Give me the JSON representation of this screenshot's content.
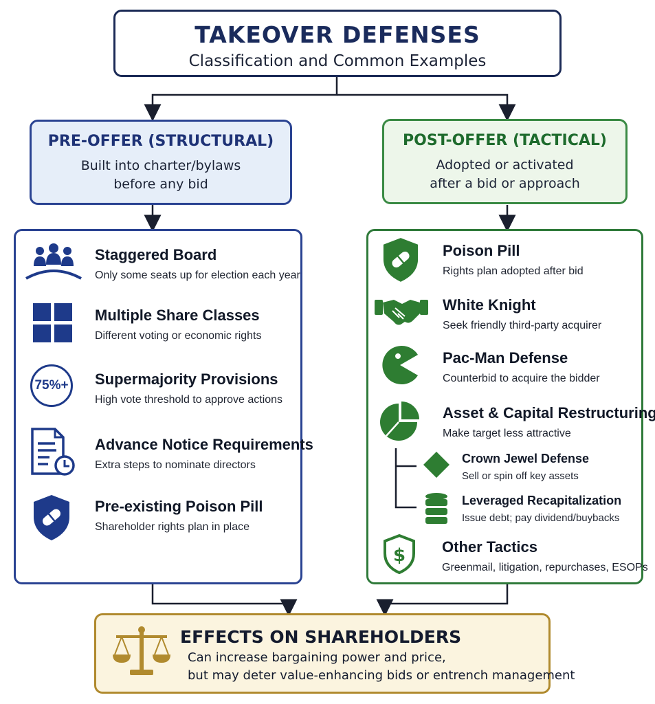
{
  "title": {
    "main": "TAKEOVER DEFENSES",
    "subtitle": "Classification and Common Examples"
  },
  "pre_offer": {
    "heading": "PRE-OFFER (STRUCTURAL)",
    "desc_line1": "Built into charter/bylaws",
    "desc_line2": "before any bid",
    "color": "#2a4392",
    "items": [
      {
        "name": "Staggered Board",
        "desc": "Only some seats up for election each year",
        "icon": "board-members-icon"
      },
      {
        "name": "Multiple Share Classes",
        "desc": "Different voting or economic rights",
        "icon": "grid-squares-icon"
      },
      {
        "name": "Supermajority Provisions",
        "desc": "High vote threshold to approve actions",
        "icon": "75-percent-icon",
        "icon_text": "75%+"
      },
      {
        "name": "Advance Notice Requirements",
        "desc": "Extra steps to nominate directors",
        "icon": "document-clock-icon"
      },
      {
        "name": "Pre-existing Poison Pill",
        "desc": "Shareholder rights plan in place",
        "icon": "shield-pill-icon"
      }
    ]
  },
  "post_offer": {
    "heading": "POST-OFFER (TACTICAL)",
    "desc_line1": "Adopted or activated",
    "desc_line2": "after a bid or approach",
    "color": "#2f7a3a",
    "items": [
      {
        "name": "Poison Pill",
        "desc": "Rights plan adopted after bid",
        "icon": "shield-pill-icon"
      },
      {
        "name": "White Knight",
        "desc": "Seek friendly third-party acquirer",
        "icon": "handshake-icon"
      },
      {
        "name": "Pac-Man Defense",
        "desc": "Counterbid to acquire the bidder",
        "icon": "pac-man-icon"
      },
      {
        "name": "Asset & Capital Restructuring",
        "desc": "Make target less attractive",
        "icon": "pie-chart-icon"
      },
      {
        "name": "Other Tactics",
        "desc": "Greenmail, litigation, repurchases, ESOPs",
        "icon": "shield-dollar-icon"
      }
    ],
    "sub_items": [
      {
        "name": "Crown Jewel Defense",
        "desc": "Sell or spin off key assets",
        "icon": "diamond-icon"
      },
      {
        "name": "Leveraged Recapitalization",
        "desc": "Issue debt; pay dividend/buybacks",
        "icon": "coin-stack-icon"
      }
    ]
  },
  "effects": {
    "heading": "EFFECTS ON SHAREHOLDERS",
    "line1": "Can increase bargaining power and price,",
    "line2": "but may deter value-enhancing bids or entrench management",
    "icon": "scales-icon",
    "color": "#b08a2e"
  }
}
